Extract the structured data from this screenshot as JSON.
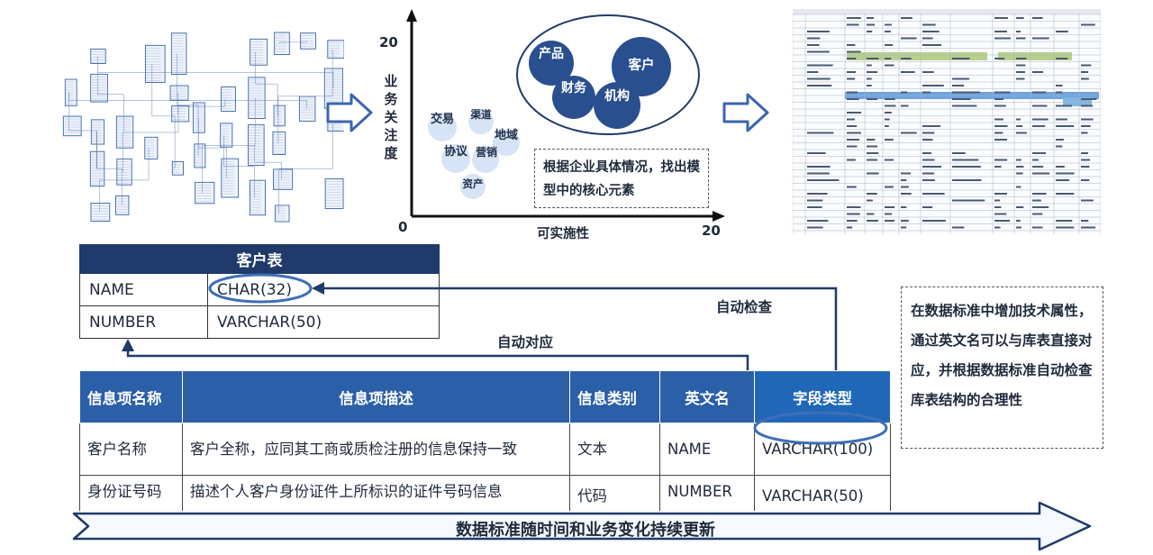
{
  "matrix": {
    "y_axis_label": "业务关注度",
    "y_max": "20",
    "x_axis_label": "可实施性",
    "x_max": "20",
    "origin": "0",
    "core_bubbles": [
      {
        "label": "产品"
      },
      {
        "label": "客户"
      },
      {
        "label": "财务"
      },
      {
        "label": "机构"
      }
    ],
    "small_bubbles": [
      {
        "label": "交易"
      },
      {
        "label": "渠道"
      },
      {
        "label": "地域"
      },
      {
        "label": "协议"
      },
      {
        "label": "营销"
      },
      {
        "label": "资产"
      }
    ],
    "note": "根据企业具体情况，找出模型中的核心元素"
  },
  "customer_table": {
    "title": "客户表",
    "rows": [
      {
        "name": "NAME",
        "type": "CHAR(32)"
      },
      {
        "name": "NUMBER",
        "type": "VARCHAR(50)"
      }
    ]
  },
  "labels": {
    "auto_check": "自动检查",
    "auto_map": "自动对应"
  },
  "info_table": {
    "headers": [
      "信息项名称",
      "信息项描述",
      "信息类别",
      "英文名",
      "字段类型"
    ],
    "rows": [
      {
        "name": "客户名称",
        "desc": "客户全称，应同其工商或质检注册的信息保持一致",
        "category": "文本",
        "en": "NAME",
        "type": "VARCHAR(100)"
      },
      {
        "name": "身份证号码",
        "desc": "描述个人客户身份证件上所标识的证件号码信息",
        "category": "代码",
        "en": "NUMBER",
        "type": "VARCHAR(50)"
      }
    ]
  },
  "right_note": "在数据标准中增加技术属性，通过英文名可以与库表直接对应，并根据数据标准自动检查库表结构的合理性",
  "bottom_banner": "数据标准随时间和业务变化持续更新",
  "colors": {
    "table_header_dark": "#1f3a6b",
    "table_header": "#2b5fa8",
    "bubble": "#2a4f8f",
    "ellipse": "#3d6fb6"
  }
}
